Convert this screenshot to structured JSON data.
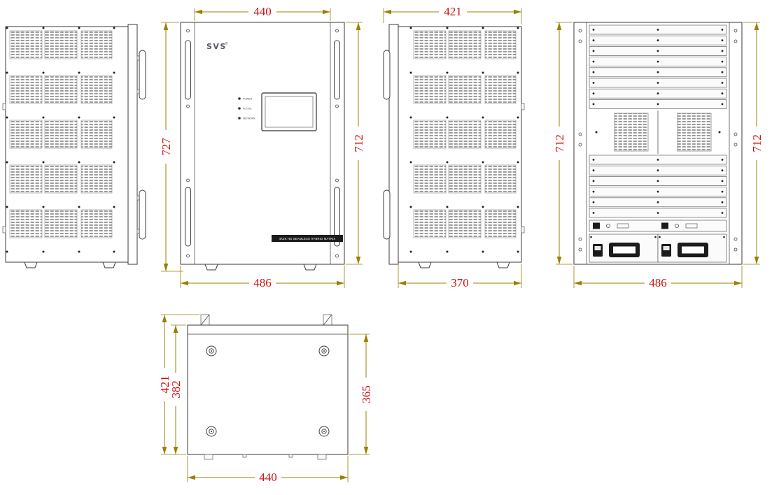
{
  "drawing": {
    "front": {
      "logo": "SVS",
      "logo_sup": "®",
      "leds": [
        "POWER",
        "ACTIVE",
        "NETWORK"
      ],
      "strip_label": "4K2K HD SEAMLESS HYBRID MATRIX"
    },
    "dims": {
      "front_width_top": "440",
      "front_height_left": "727",
      "front_height_right": "712",
      "front_width_bottom": "486",
      "side_depth_top": "421",
      "side_depth_bottom": "370",
      "rear_height_left": "712",
      "rear_height_right": "712",
      "rear_width_bottom": "486",
      "top_depth_outer": "421",
      "top_depth_inner": "382",
      "top_depth_right": "365",
      "top_width_bottom": "440"
    },
    "colors": {
      "dim_text": "#cc1414",
      "dim_line": "#9a8000",
      "outline": "#3a3a3a"
    }
  }
}
